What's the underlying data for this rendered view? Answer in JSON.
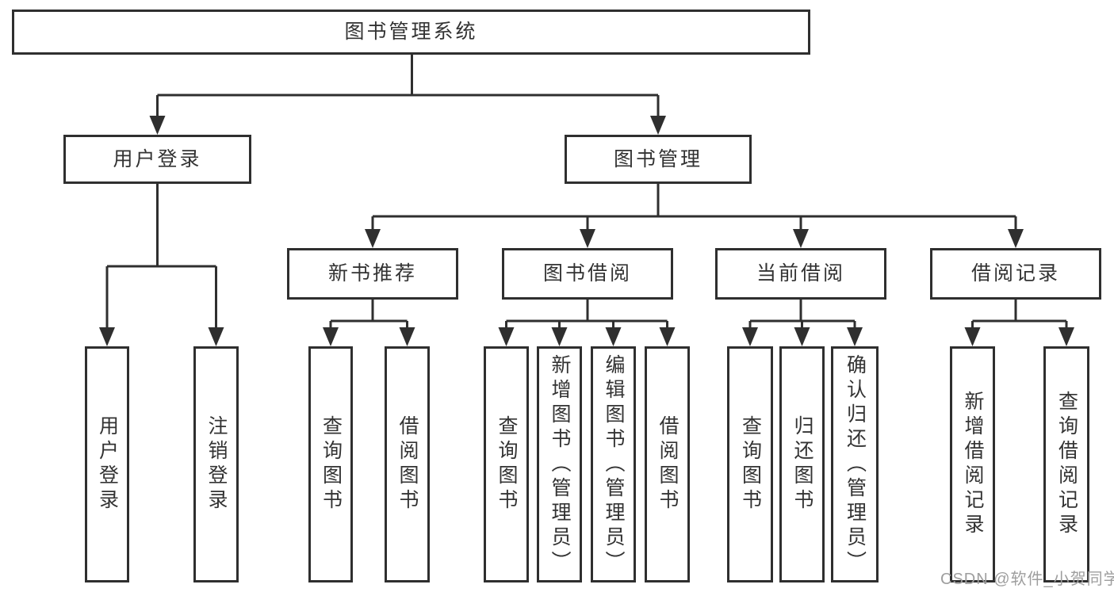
{
  "colors": {
    "line": "#2f2f2f",
    "text": "#333333",
    "watermark": "#9e9e9e",
    "background": "#ffffff"
  },
  "root": {
    "label": "图书管理系统"
  },
  "branches": [
    {
      "label": "用户登录",
      "children": [
        {
          "label": "用户登录"
        },
        {
          "label": "注销登录"
        }
      ]
    },
    {
      "label": "图书管理",
      "children": [
        {
          "label": "新书推荐",
          "children": [
            {
              "label": "查询图书"
            },
            {
              "label": "借阅图书"
            }
          ]
        },
        {
          "label": "图书借阅",
          "children": [
            {
              "label": "查询图书"
            },
            {
              "label": "新增图书（管理员）"
            },
            {
              "label": "编辑图书（管理员）"
            },
            {
              "label": "借阅图书"
            }
          ]
        },
        {
          "label": "当前借阅",
          "children": [
            {
              "label": "查询图书"
            },
            {
              "label": "归还图书"
            },
            {
              "label": "确认归还（管理员）"
            }
          ]
        },
        {
          "label": "借阅记录",
          "children": [
            {
              "label": "新增借阅记录"
            },
            {
              "label": "查询借阅记录"
            }
          ]
        }
      ]
    }
  ],
  "watermark": "CSDN @软件_小贺同学"
}
